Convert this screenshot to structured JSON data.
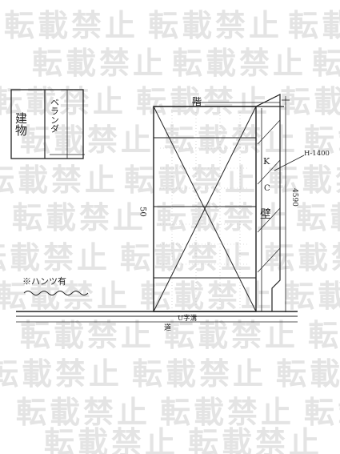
{
  "watermark": {
    "text": "転載禁止"
  },
  "inset": {
    "building_label": "建物",
    "veranda_label": "ベランダ"
  },
  "plan": {
    "top_label": "階",
    "right_dimension": "4590",
    "left_dimension": "50",
    "callout": "H-1400",
    "wall_label_k": "K",
    "wall_label_c": "C",
    "wall_label": "壁",
    "bottom_label_1": "U字溝",
    "bottom_label_2": "道",
    "note": "※ハンツ有"
  }
}
